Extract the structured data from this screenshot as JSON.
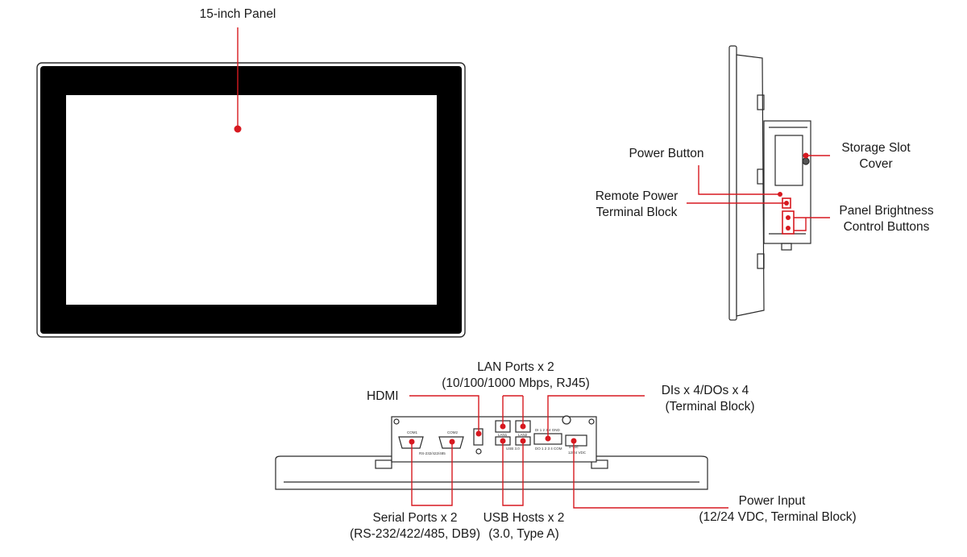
{
  "callouts": {
    "panel": "15-inch Panel",
    "power_button": "Power Button",
    "remote_power_l1": "Remote Power",
    "remote_power_l2": "Terminal Block",
    "storage_l1": "Storage Slot",
    "storage_l2": "Cover",
    "brightness_l1": "Panel Brightness",
    "brightness_l2": "Control Buttons",
    "hdmi": "HDMI",
    "lan_l1": "LAN Ports x 2",
    "lan_l2": "(10/100/1000 Mbps, RJ45)",
    "dio_l1": "DIs x 4/DOs x 4",
    "dio_l2": "(Terminal Block)",
    "serial_l1": "Serial Ports x 2",
    "serial_l2": "(RS-232/422/485, DB9)",
    "usb_l1": "USB Hosts x 2",
    "usb_l2": "(3.0, Type A)",
    "power_in_l1": "Power Input",
    "power_in_l2": "(12/24 VDC, Terminal Block)"
  },
  "port_labels": {
    "com1": "COM1",
    "com2": "COM2",
    "com_std": "RS-232/422/485",
    "lan1": "LAN1",
    "lan2": "LAN2",
    "usb": "USB 3.0",
    "di_row": "DI  1  2  3  4  GND",
    "do_row": "DO  1  2  3  4  COM",
    "power_v": "9-Vdc",
    "power_spec": "12/24 VDC"
  },
  "colors": {
    "accent": "#d71920",
    "outline": "#2a2a2a",
    "bezel": "#000000"
  }
}
